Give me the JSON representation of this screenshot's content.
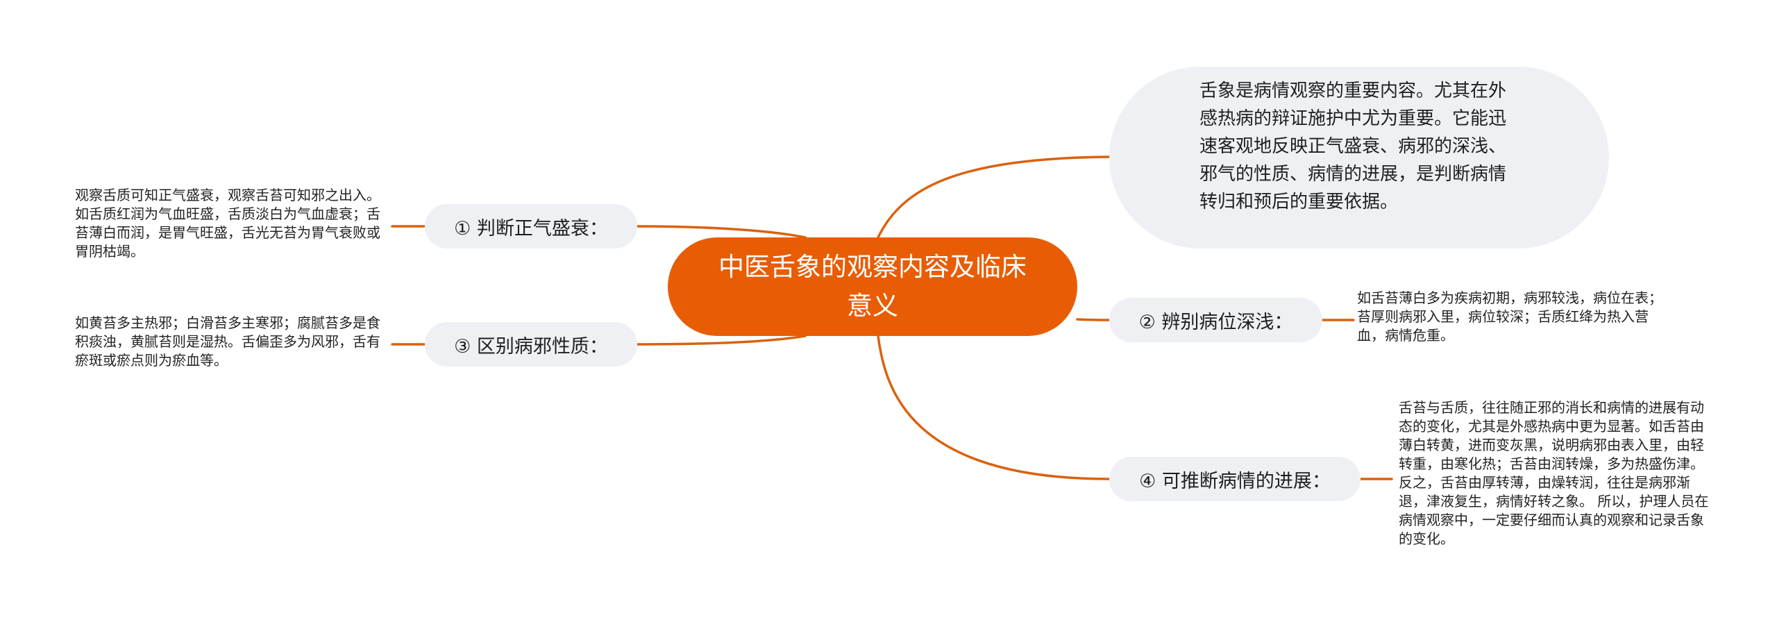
{
  "colors": {
    "accent": "#e85d04",
    "branch_fill": "#eef0f3",
    "line": "#d9620f"
  },
  "root": {
    "title": "中医舌象的观察内容及临床意义"
  },
  "summary": {
    "text": "舌象是病情观察的重要内容。尤其在外感热病的辩证施护中尤为重要。它能迅速客观地反映正气盛衰、病邪的深浅、邪气的性质、病情的进展，是判断病情转归和预后的重要依据。"
  },
  "branches": [
    {
      "label": "① 判断正气盛衰：",
      "detail": "观察舌质可知正气盛衰，观察舌苔可知邪之出入。如舌质红润为气血旺盛，舌质淡白为气血虚衰；舌苔薄白而润，是胃气旺盛，舌光无苔为胃气衰败或胃阴枯竭。"
    },
    {
      "label": "② 辨别病位深浅：",
      "detail": "如舌苔薄白多为疾病初期，病邪较浅，病位在表；苔厚则病邪入里，病位较深；舌质红绛为热入营血，病情危重。"
    },
    {
      "label": "③ 区别病邪性质：",
      "detail": "如黄苔多主热邪；白滑苔多主寒邪；腐腻苔多是食积痰浊，黄腻苔则是湿热。舌偏歪多为风邪，舌有瘀斑或瘀点则为瘀血等。"
    },
    {
      "label": "④ 可推断病情的进展：",
      "detail": "舌苔与舌质，往往随正邪的消长和病情的进展有动态的变化，尤其是外感热病中更为显著。如舌苔由薄白转黄，进而变灰黑，说明病邪由表入里，由轻转重，由寒化热；舌苔由润转燥，多为热盛伤津。反之，舌苔由厚转薄，由燥转润，往往是病邪渐退，津液复生，病情好转之象。 所以，护理人员在病情观察中，一定要仔细而认真的观察和记录舌象的变化。"
    }
  ]
}
